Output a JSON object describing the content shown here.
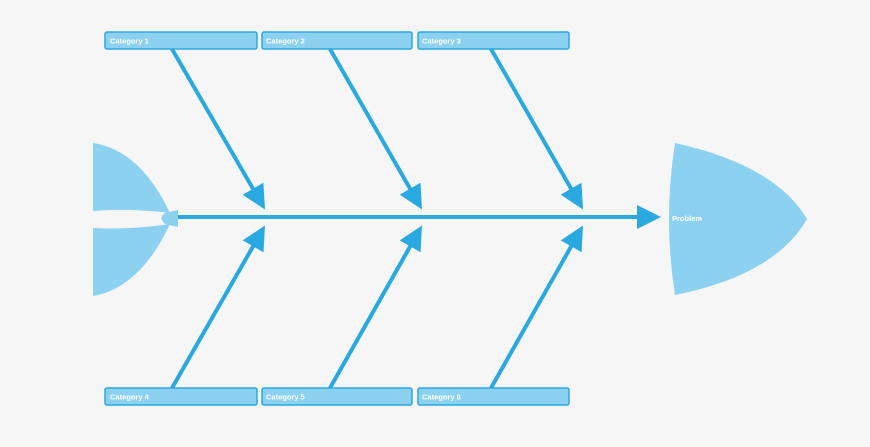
{
  "diagram": {
    "type": "fishbone",
    "problem_label": "Problem",
    "categories_top": [
      {
        "label": "Category 1"
      },
      {
        "label": "Category 2"
      },
      {
        "label": "Category 3"
      }
    ],
    "categories_bottom": [
      {
        "label": "Category 4"
      },
      {
        "label": "Category 5"
      },
      {
        "label": "Category 6"
      }
    ]
  },
  "colors": {
    "background": "#f6f6f7",
    "arrow": "#29a9e0",
    "shape_fill": "#8dd1f0",
    "box_fill": "#8dd1f0",
    "box_border": "#29a9e0",
    "label_text": "#ffffff"
  }
}
